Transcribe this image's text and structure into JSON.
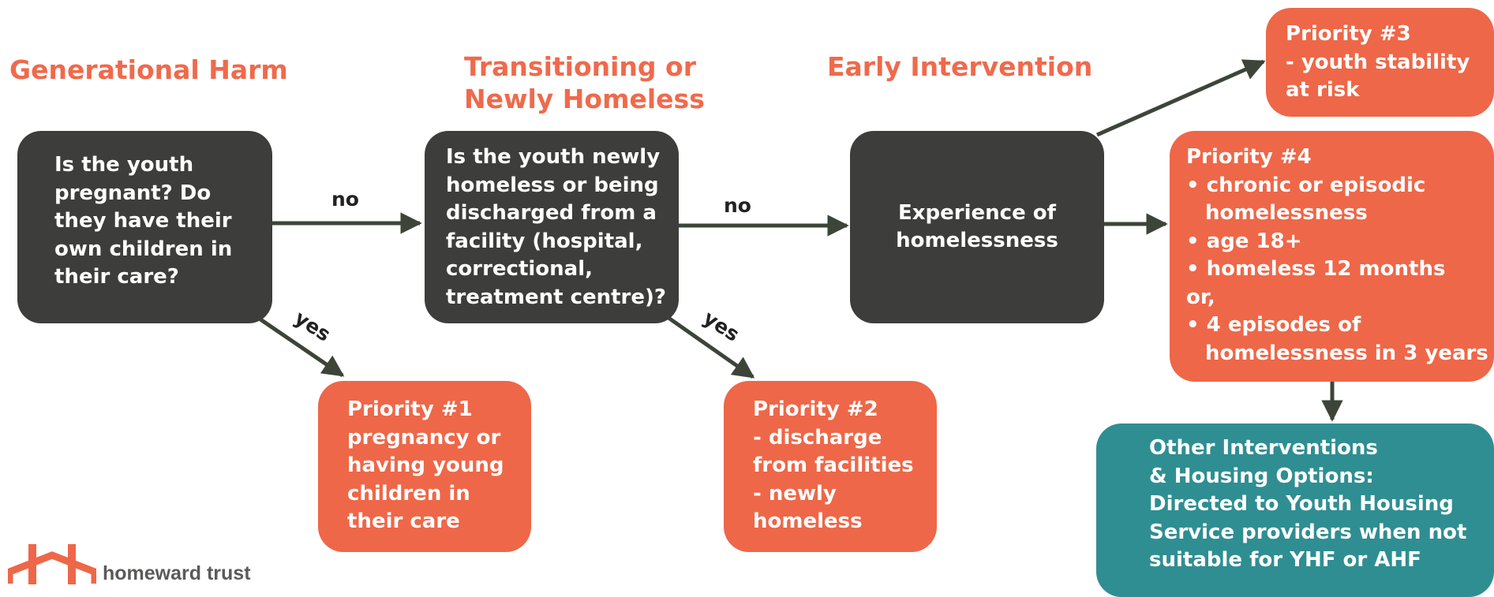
{
  "headings": {
    "generational_harm": "Generational Harm",
    "transitioning_line1": "Transitioning or",
    "transitioning_line2": "Newly Homeless",
    "early_intervention": "Early Intervention"
  },
  "decisions": {
    "q1_lines": [
      "Is the youth",
      "pregnant? Do",
      "they have their",
      "own children in",
      "their care?"
    ],
    "q2_lines": [
      "Is the youth newly",
      "homeless or being",
      "discharged from a",
      "facility (hospital,",
      "correctional,",
      "treatment centre)?"
    ],
    "q3_lines": [
      "Experience of",
      "homelessness"
    ]
  },
  "edge_labels": {
    "no_1": "no",
    "no_2": "no",
    "yes_1": "yes",
    "yes_2": "yes"
  },
  "priorities": {
    "p1": {
      "title": "Priority #1",
      "lines": [
        "pregnancy or",
        "having young",
        "children in",
        "their care"
      ]
    },
    "p2": {
      "title": "Priority #2",
      "lines": [
        "- discharge",
        "from facilities",
        "- newly",
        "homeless"
      ]
    },
    "p3": {
      "title": "Priority #3",
      "lines": [
        "- youth stability",
        "at risk"
      ]
    },
    "p4": {
      "title": "Priority #4",
      "bullet1": "• chronic or episodic homelessness",
      "bullet2": "• age 18+",
      "bullet3": "• homeless 12 months",
      "or_text": "or,",
      "bullet4": "• 4 episodes of homelessness in 3 years"
    }
  },
  "other": {
    "title_lines": [
      "Other Interventions",
      "& Housing Options:"
    ],
    "lines": [
      "Directed to Youth Housing",
      "Service providers when not",
      "suitable for YHF or AHF"
    ]
  },
  "logo": {
    "text": "homeward trust"
  },
  "colors": {
    "dark_box": "#3d3d3c",
    "priority_orange": "#ee6748",
    "heading_orange": "#ef6a4c",
    "teal": "#2f8e92",
    "arrow": "#3c4538"
  }
}
